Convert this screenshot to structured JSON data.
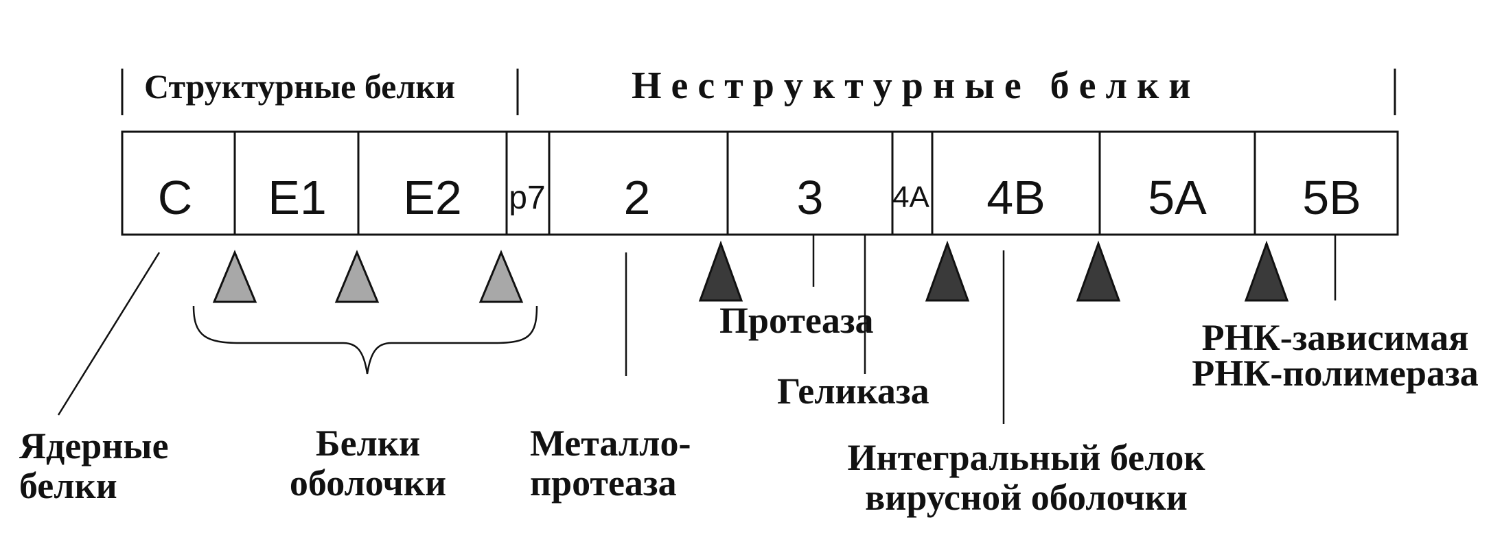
{
  "headers": {
    "structural": "Структурные белки",
    "nonstructural": "Н е с т р у к т у р н ы е   б е л к и"
  },
  "segments": [
    "C",
    "E1",
    "E2",
    "p7",
    "2",
    "3",
    "4A",
    "4B",
    "5A",
    "5B"
  ],
  "labels": {
    "nuclear": [
      "Ядерные",
      "белки"
    ],
    "envelope": [
      "Белки",
      "оболочки"
    ],
    "metallo": [
      "Металло-",
      "протеаза"
    ],
    "protease": "Протеаза",
    "helicase": "Геликаза",
    "integral": [
      "Интегральный белок",
      "вирусной оболочки"
    ],
    "rna_pol": [
      "РНК-зависимая",
      "РНК-полимераза"
    ]
  },
  "markers": {
    "host_signal_color": "#a8a8a8",
    "viral_protease_color": "#3a3a3a"
  }
}
